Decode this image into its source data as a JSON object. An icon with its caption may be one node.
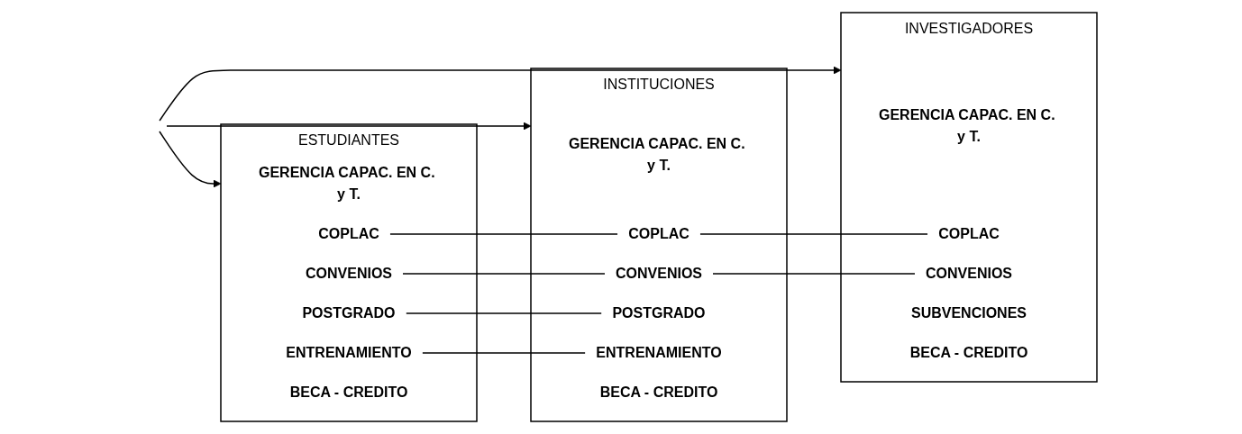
{
  "diagram": {
    "nodes": [
      {
        "text": [
          "ESTUDIANTES"
        ]
      },
      {
        "text": [
          "GERENCIA CAPAC. EN C. y T."
        ],
        "in": 0
      },
      {
        "text": [
          "COPLAC"
        ],
        "in": 0
      },
      {
        "text": [
          "CONVENIOS"
        ],
        "in": 0
      },
      {
        "text": [
          "POSTGRADO"
        ],
        "in": 0
      },
      {
        "text": [
          "ENTRENAMIENTO"
        ],
        "in": 0
      },
      {
        "text": [
          "BECA - CREDITO"
        ],
        "in": 0
      },
      {
        "text": [
          "INSTITUCIONES"
        ]
      },
      {
        "text": [
          "GERENCIA CAPAC. EN C. y T."
        ],
        "in": 7
      },
      {
        "text": [
          "COPLAC"
        ],
        "in": 7
      },
      {
        "text": [
          "CONVENIOS"
        ],
        "in": 7
      },
      {
        "text": [
          "POSTGRADO"
        ],
        "in": 7
      },
      {
        "text": [
          "ENTRENAMIENTO"
        ],
        "in": 7
      },
      {
        "text": [
          "BECA - CREDITO"
        ],
        "in": 7
      },
      {
        "text": [
          "INVESTIGADORES"
        ]
      },
      {
        "text": [
          "GERENCIA CAPAC. EN C. y T."
        ],
        "in": 14
      },
      {
        "text": [
          "COPLAC"
        ],
        "in": 14
      },
      {
        "text": [
          "CONVENIOS"
        ],
        "in": 14
      },
      {
        "text": [
          "SUBVENCIONES"
        ],
        "in": 14
      },
      {
        "text": [
          "BECA - CREDITO"
        ],
        "in": 14
      }
    ],
    "edges": [
      {
        "from": null,
        "to": 0,
        "arrow": "to"
      },
      {
        "from": null,
        "to": 7,
        "arrow": "to"
      },
      {
        "from": null,
        "to": 14,
        "arrow": "to"
      },
      {
        "from": 2,
        "to": 9,
        "arrow": "none"
      },
      {
        "from": 3,
        "to": 10,
        "arrow": "none"
      },
      {
        "from": 4,
        "to": 11,
        "arrow": "none"
      },
      {
        "from": 5,
        "to": 12,
        "arrow": "none"
      },
      {
        "from": 9,
        "to": 16,
        "arrow": "none"
      },
      {
        "from": 10,
        "to": 17,
        "arrow": "none"
      }
    ]
  }
}
